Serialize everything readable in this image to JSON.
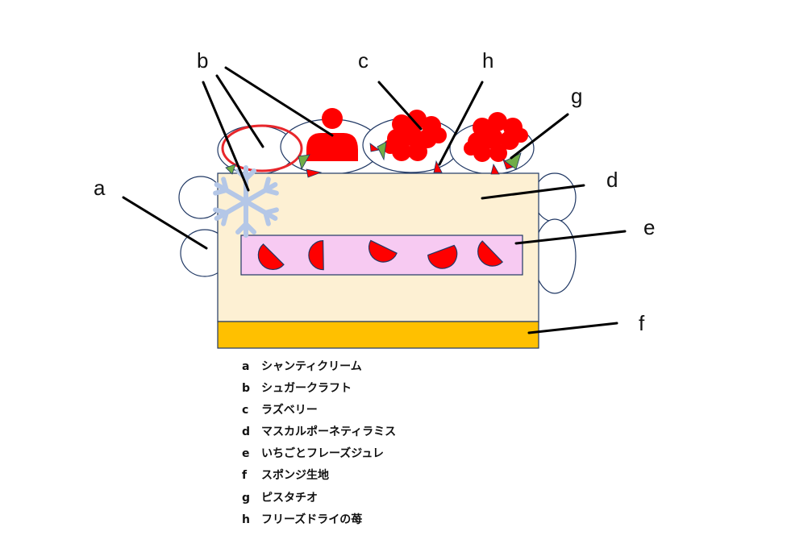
{
  "diagram": {
    "callouts": {
      "a": "a",
      "b": "b",
      "c": "c",
      "d": "d",
      "e": "e",
      "f": "f",
      "g": "g",
      "h": "h"
    }
  },
  "legend": {
    "items": [
      {
        "key": "a",
        "label": "シャンティクリーム"
      },
      {
        "key": "b",
        "label": "シュガークラフト"
      },
      {
        "key": "c",
        "label": "ラズベリー"
      },
      {
        "key": "d",
        "label": "マスカルポーネティラミス"
      },
      {
        "key": "e",
        "label": "いちごとフレーズジュレ"
      },
      {
        "key": "f",
        "label": "スポンジ生地"
      },
      {
        "key": "g",
        "label": "ピスタチオ"
      },
      {
        "key": "h",
        "label": "フリーズドライの苺"
      }
    ]
  },
  "colors": {
    "cream_layer": "#fdf0d3",
    "jelly_layer": "#f7caf2",
    "sponge_layer": "#ffc000",
    "berry_red": "#ff0000",
    "pistachio_green": "#70ad47",
    "snowflake_blue": "#b4c7e7",
    "outline_navy": "#203864"
  }
}
